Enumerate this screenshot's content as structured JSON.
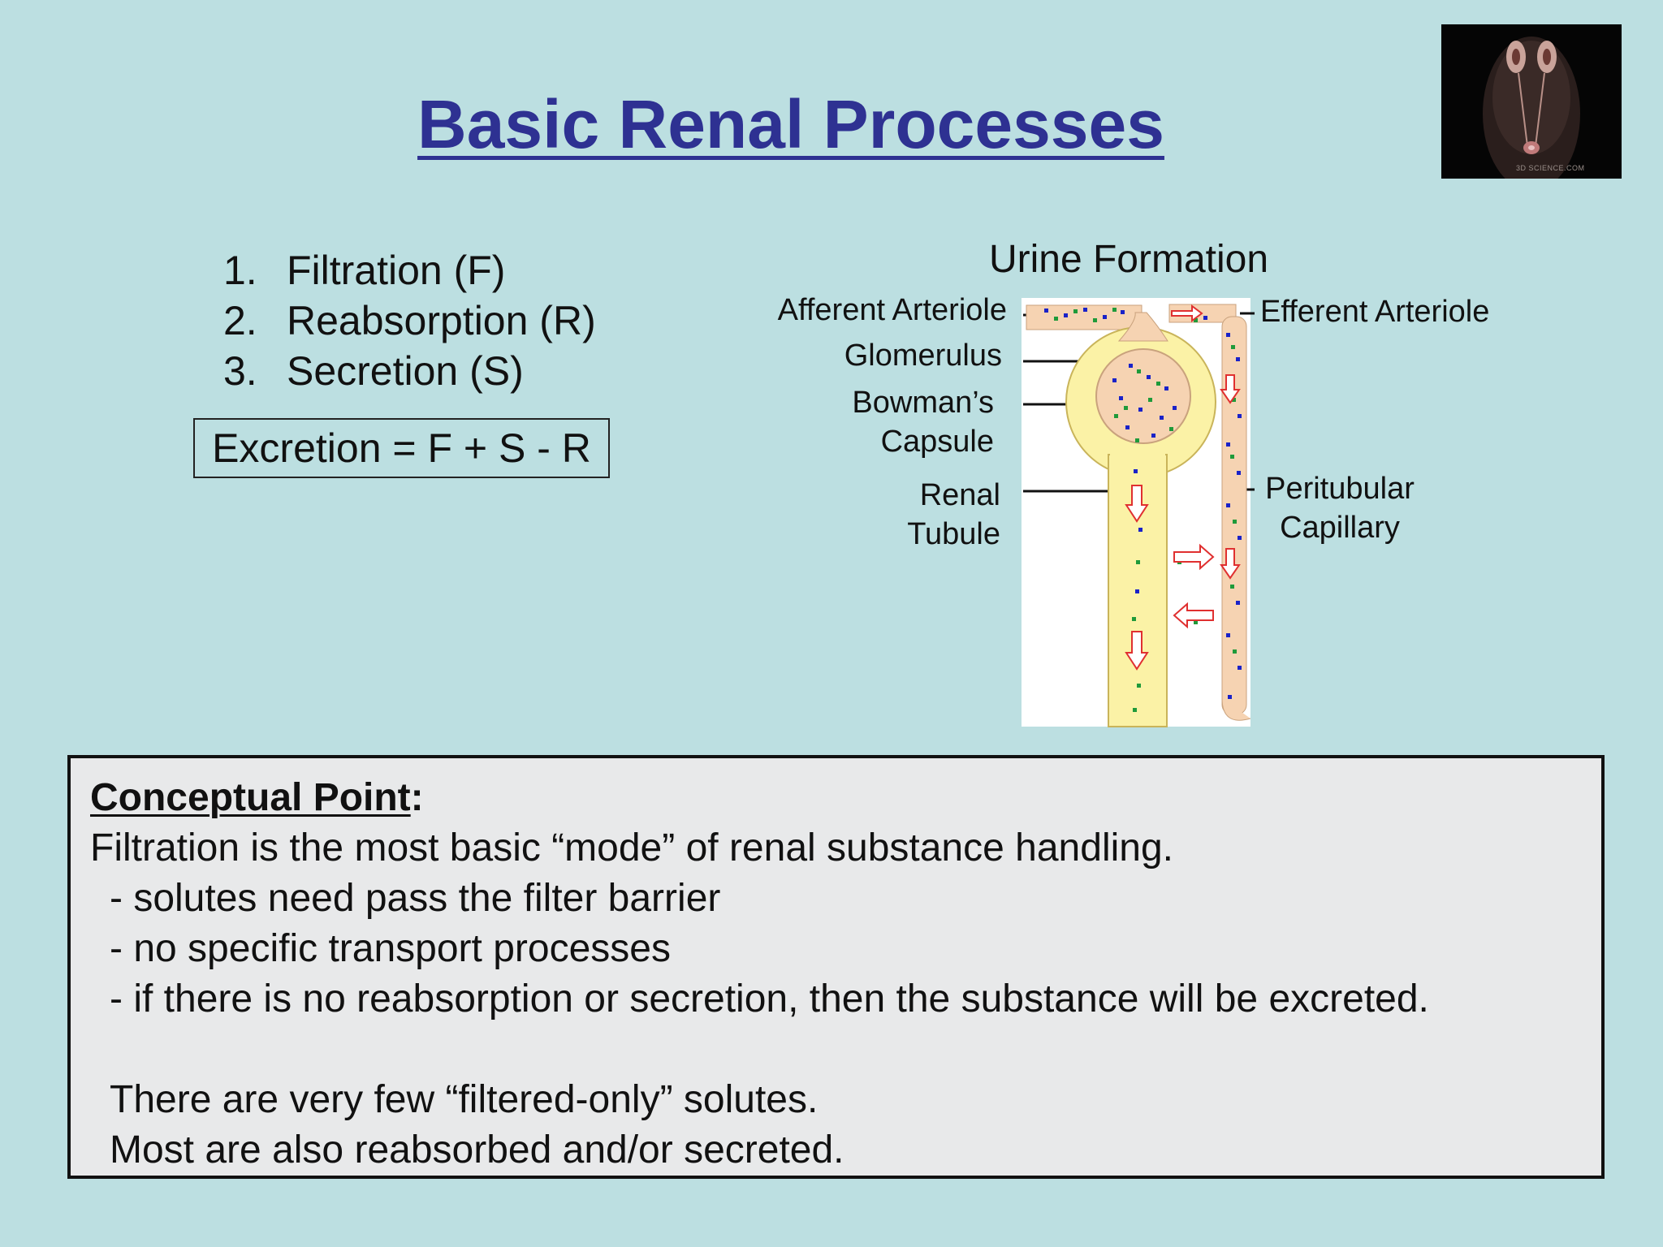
{
  "slide": {
    "title": "Basic Renal Processes",
    "processes": [
      {
        "num": "1.",
        "label": "Filtration  (F)"
      },
      {
        "num": "2.",
        "label": "Reabsorption  (R)"
      },
      {
        "num": "3.",
        "label": "Secretion  (S)"
      }
    ],
    "excretion_formula": "Excretion = F + S - R"
  },
  "diagram": {
    "title": "Urine Formation",
    "labels": {
      "afferent": "Afferent Arteriole",
      "glomerulus": "Glomerulus",
      "bowmans_1": "Bowman’s",
      "bowmans_2": "Capsule",
      "renal_1": "Renal",
      "renal_2": "Tubule",
      "efferent": "Efferent Arteriole",
      "peritubular_1": "Peritubular",
      "peritubular_2": "Capillary"
    },
    "colors": {
      "tubule_fill": "#fbf2a6",
      "vessel_fill": "#f6d3b2",
      "solute_blue": "#1a22c8",
      "solute_green": "#1f9a3a",
      "arrow": "#e03030"
    }
  },
  "video_thumbnail": {
    "icon": "kidney-video-icon",
    "watermark": "3D SCIENCE.COM"
  },
  "concept": {
    "heading": "Conceptual Point",
    "colon": ":",
    "lines": [
      "Filtration is the most basic “mode” of renal substance handling.",
      "- solutes need pass the filter barrier",
      "- no specific transport processes",
      "- if there is no reabsorption or secretion, then the substance will be excreted.",
      "There are very few “filtered-only” solutes.",
      "Most are also reabsorbed and/or secreted."
    ]
  },
  "colors": {
    "background": "#bcdfe1",
    "title": "#2e3192",
    "concept_box": "#e8e9ea"
  }
}
